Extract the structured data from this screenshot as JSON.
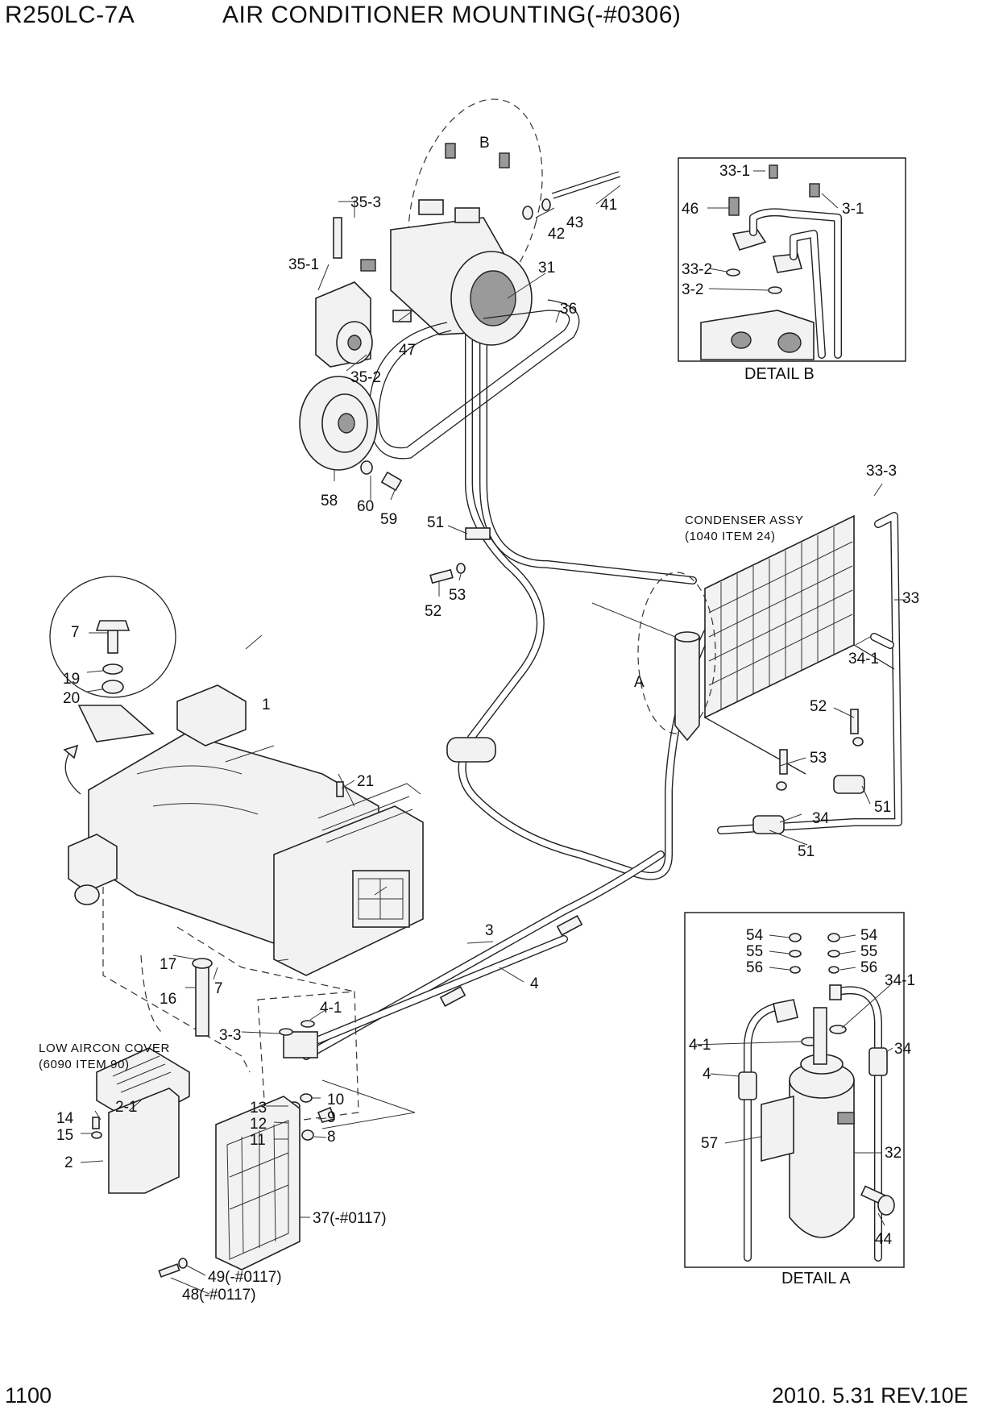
{
  "header": {
    "model": "R250LC-7A",
    "title": "AIR CONDITIONER MOUNTING(-#0306)"
  },
  "footer": {
    "page_number": "1100",
    "revision": "2010. 5.31  REV.10E"
  },
  "notes": {
    "condenser_line1": "CONDENSER ASSY",
    "condenser_line2": "(1040 ITEM 24)",
    "cover_line1": "LOW AIRCON COVER",
    "cover_line2": "(6090 ITEM 90)"
  },
  "details": {
    "detail_b_caption": "DETAIL B",
    "detail_a_caption": "DETAIL A",
    "marker_b": "B",
    "marker_a": "A"
  },
  "callouts": {
    "c1": "1",
    "c2": "2",
    "c2_1": "2-1",
    "c3": "3",
    "c3_3": "3-3",
    "c4": "4",
    "c4_1": "4-1",
    "c7a": "7",
    "c7b": "7",
    "c8": "8",
    "c9": "9",
    "c10": "10",
    "c11": "11",
    "c12": "12",
    "c13": "13",
    "c14": "14",
    "c15": "15",
    "c16": "16",
    "c17": "17",
    "c19": "19",
    "c20": "20",
    "c21": "21",
    "c31": "31",
    "c33": "33",
    "c33_3": "33-3",
    "c34a": "34",
    "c34_1a": "34-1",
    "c35_1": "35-1",
    "c35_2": "35-2",
    "c35_3": "35-3",
    "c36": "36",
    "c37": "37(-#0117)",
    "c41": "41",
    "c42": "42",
    "c43": "43",
    "c47": "47",
    "c48": "48(-#0117)",
    "c49": "49(-#0117)",
    "c51a": "51",
    "c51b": "51",
    "c51c": "51",
    "c52a": "52",
    "c52b": "52",
    "c53a": "53",
    "c53b": "53",
    "c58": "58",
    "c59": "59",
    "c60": "60",
    "db_33_1": "33-1",
    "db_46": "46",
    "db_3_1": "3-1",
    "db_33_2": "33-2",
    "db_3_2": "3-2",
    "da_54a": "54",
    "da_55a": "55",
    "da_56a": "56",
    "da_54b": "54",
    "da_55b": "55",
    "da_56b": "56",
    "da_34_1": "34-1",
    "da_4_1": "4-1",
    "da_4": "4",
    "da_34": "34",
    "da_57": "57",
    "da_32": "32",
    "da_44": "44"
  }
}
